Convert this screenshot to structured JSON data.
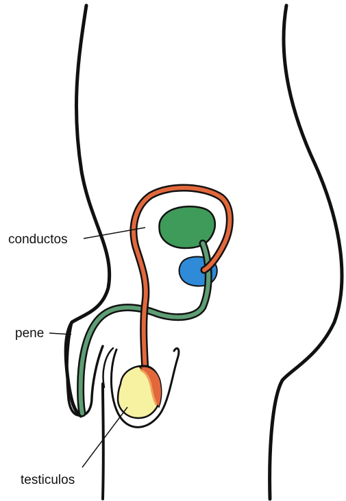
{
  "labels": {
    "ducts": "conductos",
    "penis": "pene",
    "testicles": "testiculos"
  },
  "colors": {
    "outline": "#111111",
    "duct_fill": "#e2683c",
    "duct_highlight": "#f2a25a",
    "urethra_fill": "#5e9e74",
    "seminal_vesicle": "#3f9b59",
    "prostate": "#2f8ad8",
    "testicle": "#f7f2a2",
    "leader_line": "#111111"
  }
}
